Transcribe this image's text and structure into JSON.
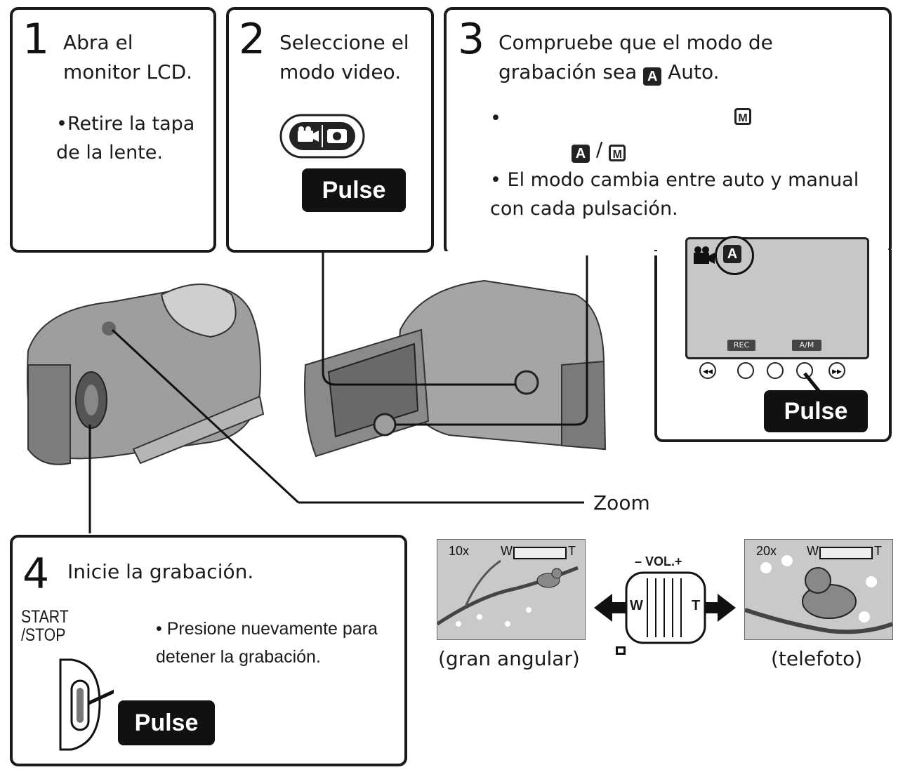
{
  "step1": {
    "number": "1",
    "title": "Abra el monitor LCD.",
    "bullet": "Retire la tapa de la lente."
  },
  "step2": {
    "number": "2",
    "title": "Seleccione el modo video.",
    "pulse": "Pulse"
  },
  "step3": {
    "number": "3",
    "title_line1": "Compruebe que el modo de",
    "title_line2_pre": "grabación sea",
    "title_line2_icon": "A",
    "title_line2_post": "Auto.",
    "icon_m": "M",
    "icon_a": "A",
    "icon_sep": "/",
    "bullet": "El modo cambia entre auto y manual con cada pulsación.",
    "lcd": {
      "mode_icon": "A",
      "btn_rec": "REC",
      "btn_am": "A/M"
    },
    "pulse": "Pulse"
  },
  "step4": {
    "number": "4",
    "title": "Inicie la grabación.",
    "start_stop_line1": "START",
    "start_stop_line2": "/STOP",
    "bullet": "Presione nuevamente para detener la grabación.",
    "pulse": "Pulse"
  },
  "zoom": {
    "label": "Zoom",
    "wide": {
      "caption": "(gran angular)",
      "mag": "10x",
      "w": "W",
      "t": "T"
    },
    "tele": {
      "caption": "(telefoto)",
      "mag": "20x",
      "w": "W",
      "t": "T"
    },
    "lever": {
      "vol": "– VOL.+",
      "w": "W",
      "t": "T"
    }
  }
}
